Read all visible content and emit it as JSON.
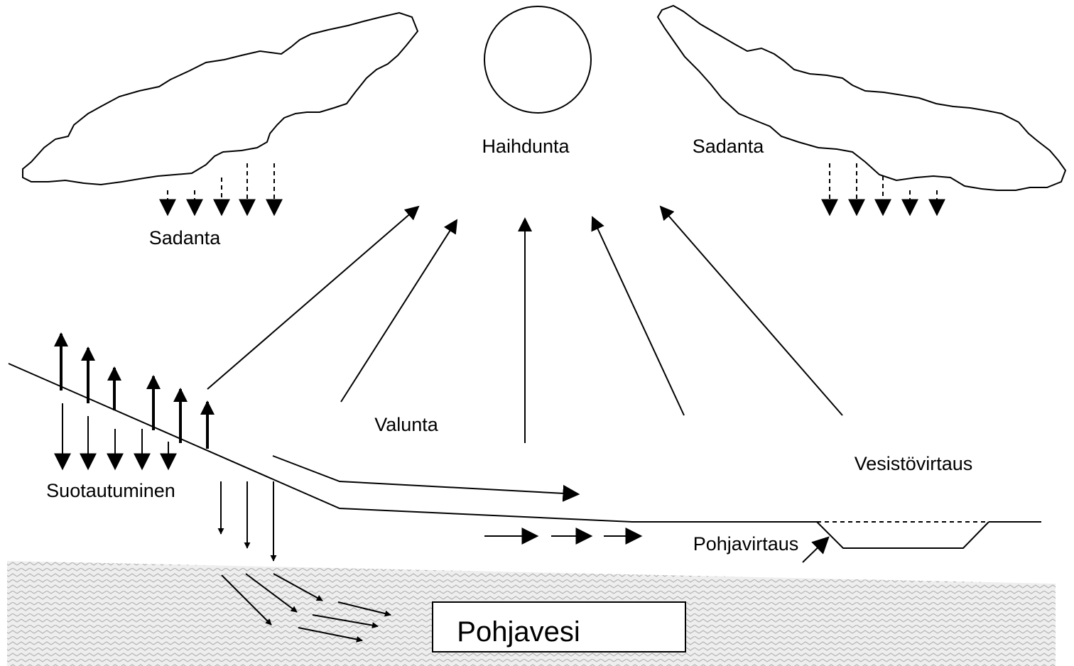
{
  "labels": {
    "evaporation": "Haihdunta",
    "precipitation_left": "Sadanta",
    "precipitation_right": "Sadanta",
    "runoff": "Valunta",
    "infiltration": "Suotautuminen",
    "stream_flow": "Vesistövirtaus",
    "base_flow": "Pohjavirtaus",
    "groundwater": "Pohjavesi"
  },
  "colors": {
    "ink": "#000000",
    "groundwater_fill": "#eeeeee",
    "groundwater_wave": "#b5b5b5",
    "background": "#ffffff"
  }
}
